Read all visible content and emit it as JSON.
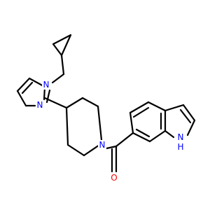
{
  "molecule": {
    "atom_labels": {
      "n_methyl": "N",
      "n_imine": "N",
      "n_piperidine": "N",
      "o_carbonyl": "O",
      "n_indole": "N",
      "h_indole": "H"
    },
    "colors": {
      "bond": "#000000",
      "nitrogen": "#0000ff",
      "oxygen": "#ff0000"
    }
  }
}
